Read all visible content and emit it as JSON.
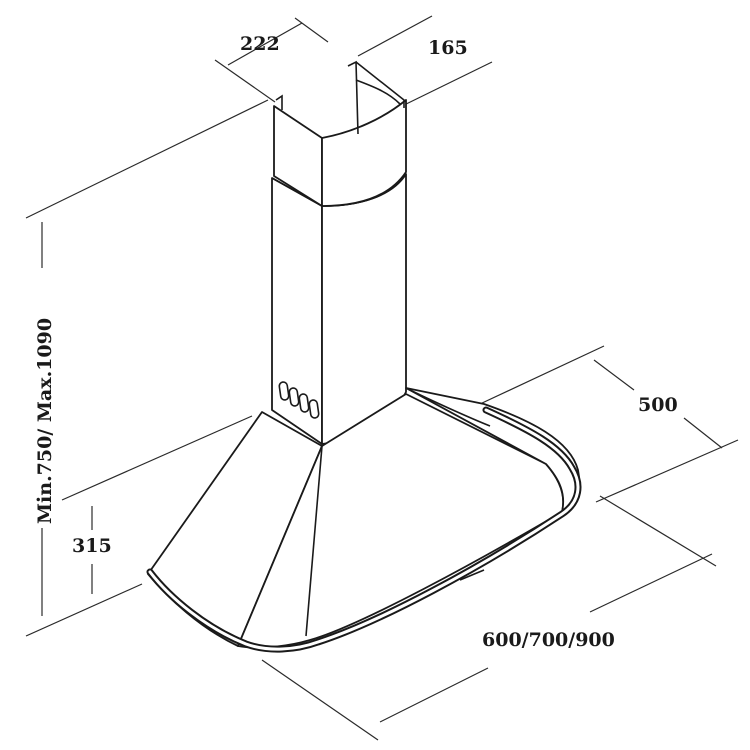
{
  "dimensions": {
    "chimney_width": "222",
    "chimney_depth": "165",
    "hood_depth": "500",
    "total_height": "Min.750/ Max.1090",
    "canopy_height": "315",
    "hood_width": "600/700/900"
  },
  "colors": {
    "line": "#1a1a1a",
    "background": "#ffffff"
  }
}
